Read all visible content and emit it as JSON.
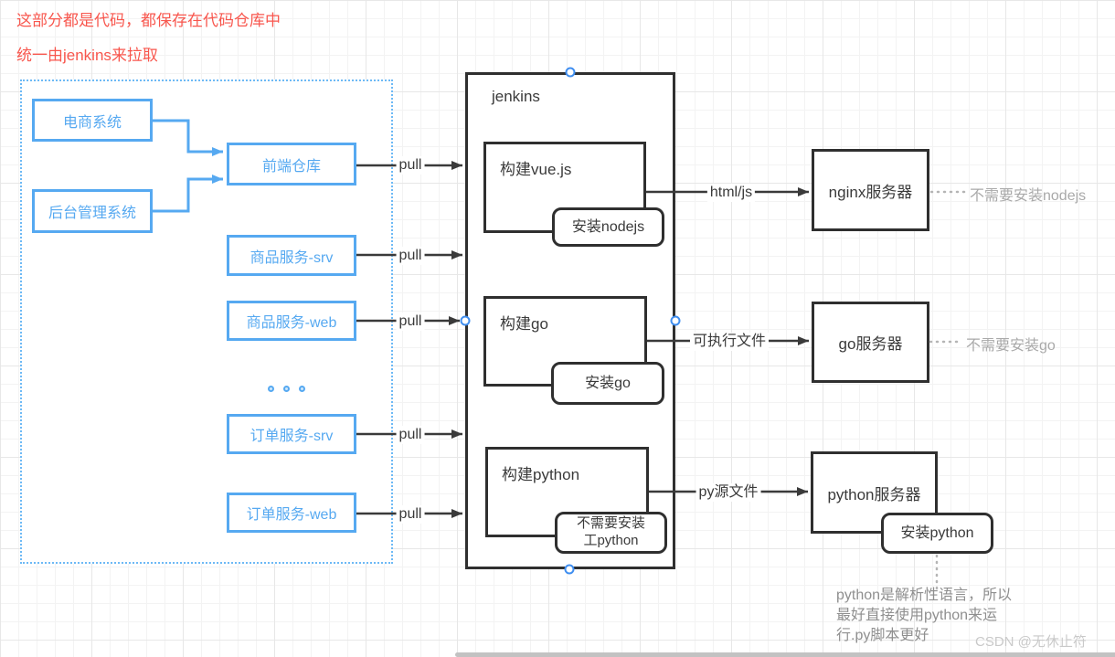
{
  "annotations": {
    "top_note_line1": "这部分都是代码，都保存在代码仓库中",
    "top_note_line2": "统一由jenkins来拉取",
    "python_note_lines": [
      "python是解析性语言，所以",
      "最好直接使用python来运",
      "行.py脚本更好"
    ],
    "watermark": "CSDN @无休止符"
  },
  "labels": {
    "pull": "pull"
  },
  "code_group": {
    "systems": [
      {
        "label": "电商系统"
      },
      {
        "label": "后台管理系统"
      }
    ],
    "repos": [
      {
        "label": "前端仓库"
      },
      {
        "label": "商品服务-srv"
      },
      {
        "label": "商品服务-web"
      },
      {
        "label": "订单服务-srv"
      },
      {
        "label": "订单服务-web"
      }
    ]
  },
  "jenkins": {
    "title": "jenkins",
    "builds": [
      {
        "label": "构建vue.js",
        "tool": "安装nodejs",
        "output_label": "html/js"
      },
      {
        "label": "构建go",
        "tool": "安装go",
        "output_label": "可执行文件"
      },
      {
        "label": "构建python",
        "tool_line1": "不需要安装",
        "tool_line2": "工python",
        "output_label": "py源文件"
      }
    ]
  },
  "servers": [
    {
      "label": "nginx服务器",
      "note": "不需要安装nodejs"
    },
    {
      "label": "go服务器",
      "note": "不需要安装go"
    },
    {
      "label": "python服务器",
      "tool": "安装python"
    }
  ],
  "colors": {
    "accent_blue": "#56a9f1",
    "box_border_dark": "#2f2f2f",
    "note_red": "#f8564d",
    "note_gray": "#8f8f8f",
    "watermark_gray": "#c9c9c9"
  }
}
